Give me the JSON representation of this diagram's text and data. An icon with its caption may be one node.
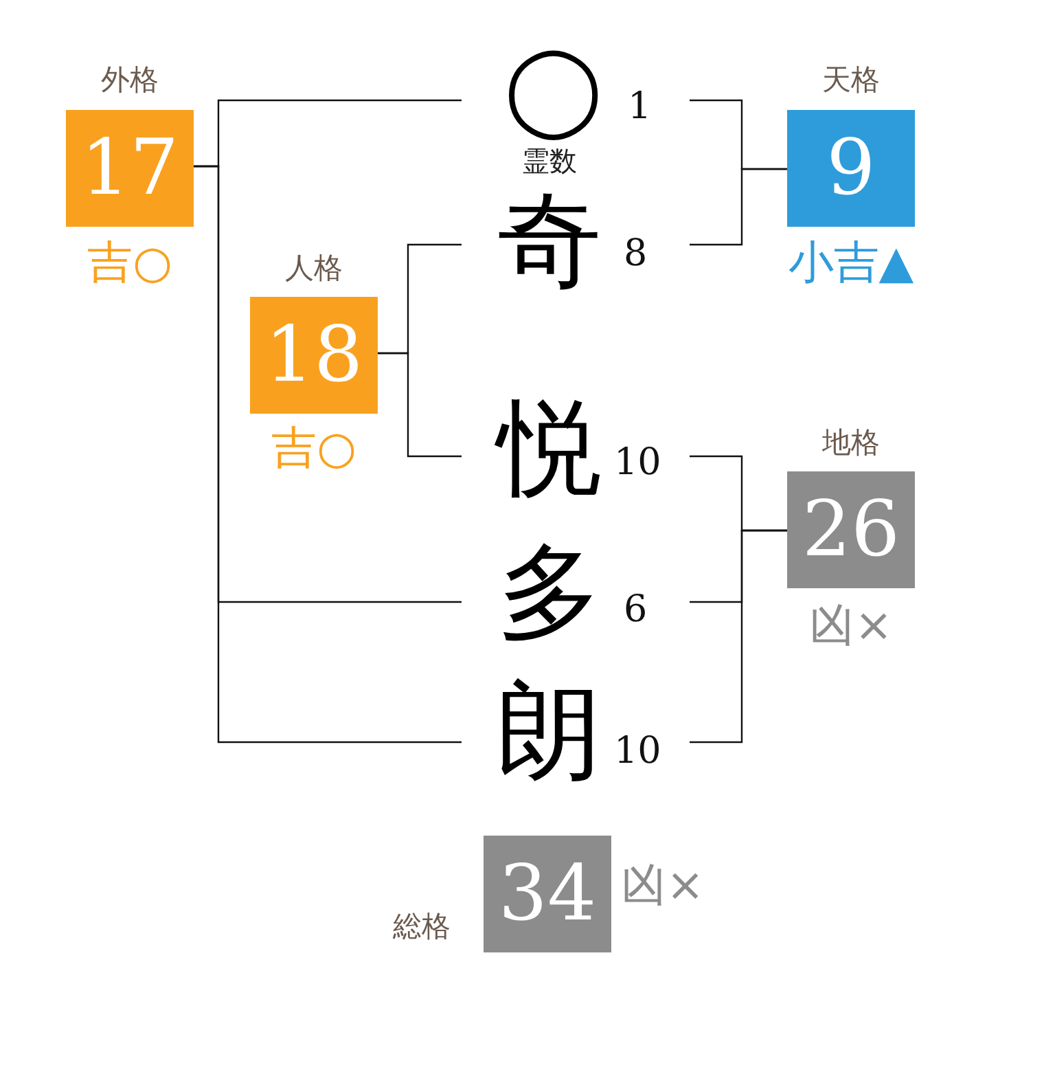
{
  "diagram": {
    "nodes": [
      {
        "text": [
          "外格",
          "17"
        ],
        "beside": [
          "吉○"
        ]
      },
      {
        "text": [
          "◯"
        ],
        "beside": [
          "1",
          "霊数"
        ]
      },
      {
        "text": [
          "天格",
          "9"
        ],
        "beside": [
          "小吉▲"
        ]
      },
      {
        "text": [
          "奇"
        ],
        "beside": [
          "8"
        ]
      },
      {
        "text": [
          "人格",
          "18"
        ],
        "beside": [
          "吉○"
        ]
      },
      {
        "text": [
          "悦"
        ],
        "beside": [
          "10"
        ]
      },
      {
        "text": [
          "地格",
          "26"
        ],
        "beside": [
          "凶×"
        ]
      },
      {
        "text": [
          "多"
        ],
        "beside": [
          "6"
        ]
      },
      {
        "text": [
          "朗"
        ],
        "beside": [
          "10"
        ]
      },
      {
        "text": [
          "総格",
          "34"
        ],
        "beside": [
          "凶×"
        ]
      }
    ],
    "edges": [
      {
        "from": 1,
        "to": 2,
        "arrow": "none"
      },
      {
        "from": 3,
        "to": 2,
        "arrow": "none"
      },
      {
        "from": 3,
        "to": 4,
        "arrow": "none"
      },
      {
        "from": 5,
        "to": 4,
        "arrow": "none"
      },
      {
        "from": 5,
        "to": 6,
        "arrow": "none"
      },
      {
        "from": 7,
        "to": 6,
        "arrow": "none"
      },
      {
        "from": 8,
        "to": 6,
        "arrow": "none"
      },
      {
        "from": 1,
        "to": 0,
        "arrow": "none"
      },
      {
        "from": 7,
        "to": 0,
        "arrow": "none"
      },
      {
        "from": 8,
        "to": 0,
        "arrow": "none"
      }
    ]
  }
}
